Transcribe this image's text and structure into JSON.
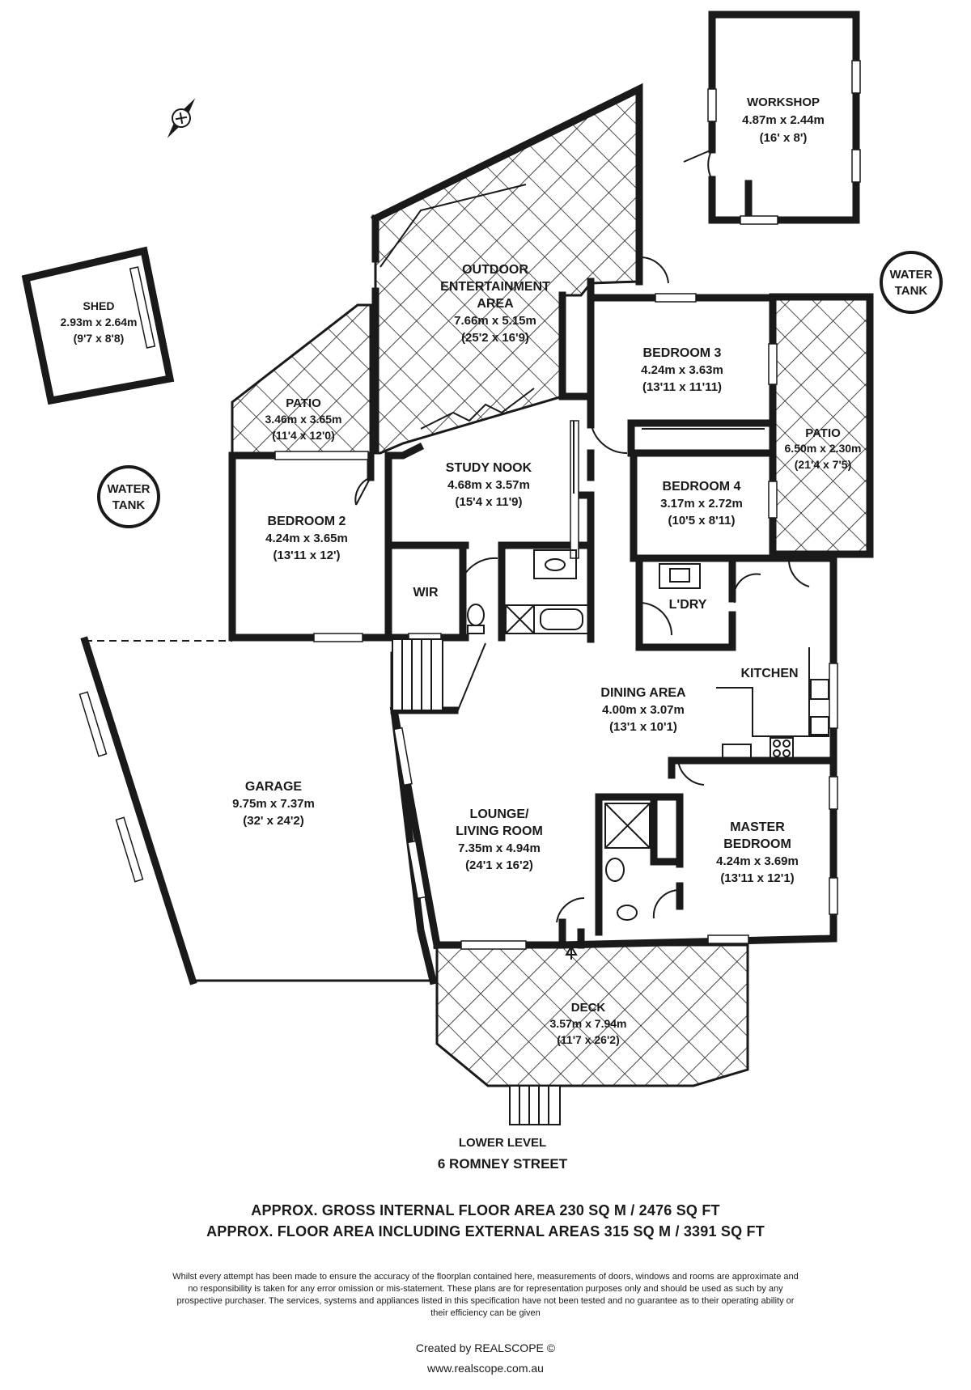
{
  "rooms": {
    "workshop": {
      "name": "WORKSHOP",
      "dim_m": "4.87m x 2.44m",
      "dim_ft": "(16' x 8')"
    },
    "shed": {
      "name": "SHED",
      "dim_m": "2.93m x 2.64m",
      "dim_ft": "(9'7 x 8'8)"
    },
    "outdoor": {
      "name1": "OUTDOOR",
      "name2": "ENTERTAINMENT",
      "name3": "AREA",
      "dim_m": "7.66m x 5.15m",
      "dim_ft": "(25'2 x 16'9)"
    },
    "patio_left": {
      "name": "PATIO",
      "dim_m": "3.46m x 3.65m",
      "dim_ft": "(11'4 x 12'0)"
    },
    "bedroom3": {
      "name": "BEDROOM 3",
      "dim_m": "4.24m x 3.63m",
      "dim_ft": "(13'11 x 11'11)"
    },
    "patio_right": {
      "name": "PATIO",
      "dim_m": "6.50m x 2.30m",
      "dim_ft": "(21'4 x 7'5)"
    },
    "study": {
      "name": "STUDY NOOK",
      "dim_m": "4.68m x 3.57m",
      "dim_ft": "(15'4 x 11'9)"
    },
    "bedroom4": {
      "name": "BEDROOM 4",
      "dim_m": "3.17m x 2.72m",
      "dim_ft": "(10'5 x 8'11)"
    },
    "bedroom2": {
      "name": "BEDROOM 2",
      "dim_m": "4.24m x 3.65m",
      "dim_ft": "(13'11 x 12')"
    },
    "wir": {
      "name": "WIR"
    },
    "laundry": {
      "name": "L'DRY"
    },
    "kitchen": {
      "name": "KITCHEN"
    },
    "dining": {
      "name": "DINING AREA",
      "dim_m": "4.00m x 3.07m",
      "dim_ft": "(13'1 x 10'1)"
    },
    "garage": {
      "name": "GARAGE",
      "dim_m": "9.75m x 7.37m",
      "dim_ft": "(32' x 24'2)"
    },
    "lounge": {
      "name1": "LOUNGE/",
      "name2": "LIVING ROOM",
      "dim_m": "7.35m x 4.94m",
      "dim_ft": "(24'1 x 16'2)"
    },
    "master": {
      "name1": "MASTER",
      "name2": "BEDROOM",
      "dim_m": "4.24m x 3.69m",
      "dim_ft": "(13'11 x 12'1)"
    },
    "deck": {
      "name": "DECK",
      "dim_m": "3.57m x 7.94m",
      "dim_ft": "(11'7 x 26'2)"
    }
  },
  "tanks": {
    "left": {
      "line1": "WATER",
      "line2": "TANK"
    },
    "right": {
      "line1": "WATER",
      "line2": "TANK"
    }
  },
  "level": "LOWER LEVEL",
  "address": "6 ROMNEY STREET",
  "area_gross": "APPROX. GROSS INTERNAL FLOOR AREA 230 SQ M / 2476 SQ FT",
  "area_total": "APPROX. FLOOR AREA INCLUDING EXTERNAL AREAS 315 SQ M / 3391 SQ FT",
  "disclaimer": "Whilst every attempt has been made to ensure the accuracy of the floorplan contained here, measurements of doors, windows and rooms are approximate and no responsibility is taken for any error omission or mis-statement. These plans are for representation purposes only and should be used as such by any prospective purchaser. The services, systems and appliances listed in this specification have not been tested and no guarantee as to their operating ability or their efficiency can be given",
  "credit": "Created by REALSCOPE ©",
  "website": "www.realscope.com.au",
  "compass": {
    "icon": "compass-icon"
  }
}
